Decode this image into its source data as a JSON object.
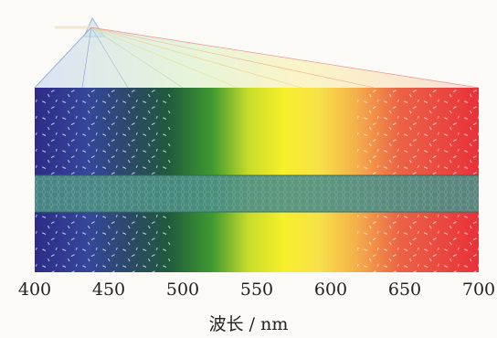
{
  "figure": {
    "kind": "visible-light spectrum absorption diagram",
    "axis": {
      "ticks": [
        "400",
        "450",
        "500",
        "550",
        "600",
        "650",
        "700"
      ],
      "tick_values": [
        400,
        450,
        500,
        550,
        600,
        650,
        700
      ],
      "unit_label": "波长 / nm",
      "range": [
        400,
        700
      ]
    },
    "colors": {
      "violet": "#2c2d8a",
      "blue": "#3a57a8",
      "cyan_dark": "#1d5a63",
      "green": "#2f8f3a",
      "yellow_green": "#b8d228",
      "yellow": "#f6ee2a",
      "orange": "#f6a12a",
      "red": "#e8313a",
      "band": "#4f8f86"
    }
  }
}
